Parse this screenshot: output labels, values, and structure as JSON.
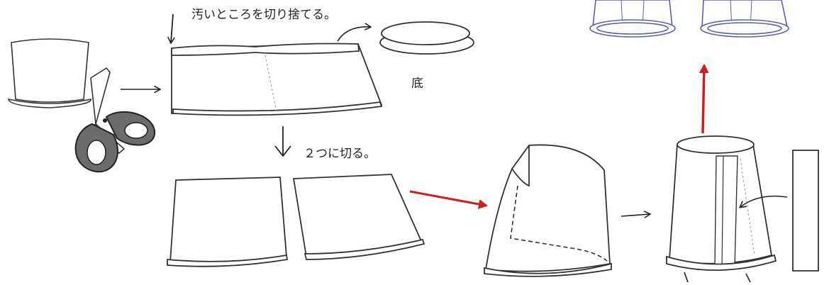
{
  "labels": {
    "discard_dirty": "汚いところを切り捨てる。",
    "bottom": "底",
    "cut_in_two": "２つに切る。"
  },
  "colors": {
    "ink": "#222222",
    "scissors_handle": "#6b6b6b",
    "arrow_red": "#cc1f1f",
    "fold_line": "#9a9a9a",
    "blue_tint": "#5a5fa8"
  }
}
